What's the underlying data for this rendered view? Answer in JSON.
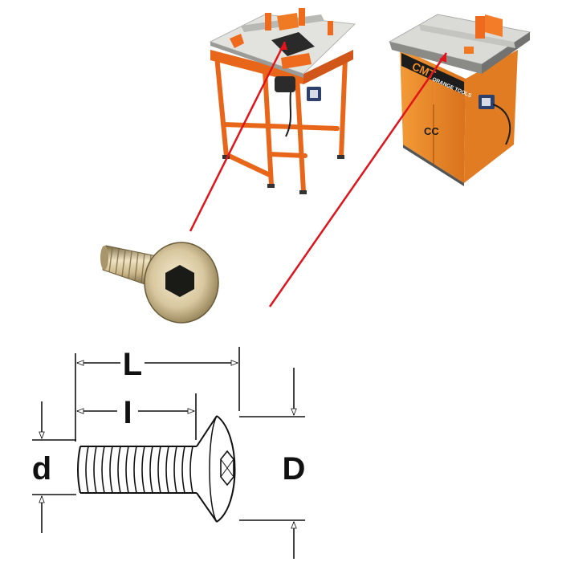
{
  "colors": {
    "pointer_line": "#e0141a",
    "table_orange": "#ec6a1c",
    "table_top": "#d9d9d6",
    "cabinet_orange": "#f08a26",
    "screw_metal": "#c9b58a",
    "drawing_ink": "#111111"
  },
  "brand_text": {
    "cabinet_logo": "CMT",
    "cabinet_side": "ORANGE TOOLS",
    "cabinet_door": "CC"
  },
  "icons": [
    "router-table-icon",
    "router-cabinet-icon",
    "countersunk-screw-photo",
    "hex-socket-icon"
  ],
  "dimensions": {
    "length": "L",
    "thread_length": "I",
    "thread_diameter": "d",
    "head_diameter": "D"
  }
}
